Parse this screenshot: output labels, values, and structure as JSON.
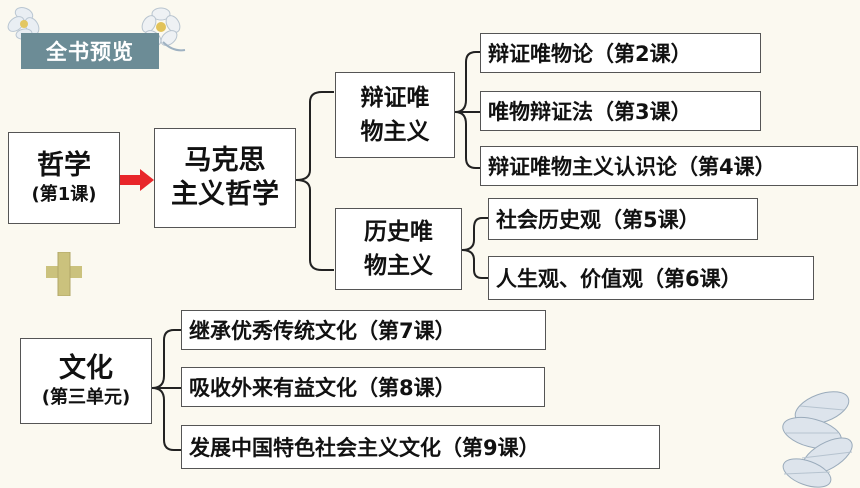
{
  "badge": "全书预览",
  "philosophy": {
    "title": "哲学",
    "lesson": "(第1课)"
  },
  "marxism": {
    "line1": "马克思",
    "line2": "主义哲学"
  },
  "dialectical": {
    "line1": "辩证唯",
    "line2": "物主义"
  },
  "historical": {
    "line1": "历史唯",
    "line2": "物主义"
  },
  "culture": {
    "title": "文化",
    "unit": "(第三单元)"
  },
  "items": {
    "l2": "辩证唯物论（第2课）",
    "l3": "唯物辩证法（第3课）",
    "l4": "辩证唯物主义认识论（第4课）",
    "l5": "社会历史观（第5课）",
    "l6": "人生观、价值观（第6课）",
    "l7": "继承优秀传统文化（第7课）",
    "l8": "吸收外来有益文化（第8课）",
    "l9": "发展中国特色社会主义文化（第9课）"
  },
  "colors": {
    "arrow": "#e8262a",
    "plus": "#c9c07a",
    "badge": "#6c8c96"
  },
  "icons": {
    "arrow": "right-arrow-icon",
    "plus": "plus-icon",
    "flower": "flower-decoration"
  }
}
